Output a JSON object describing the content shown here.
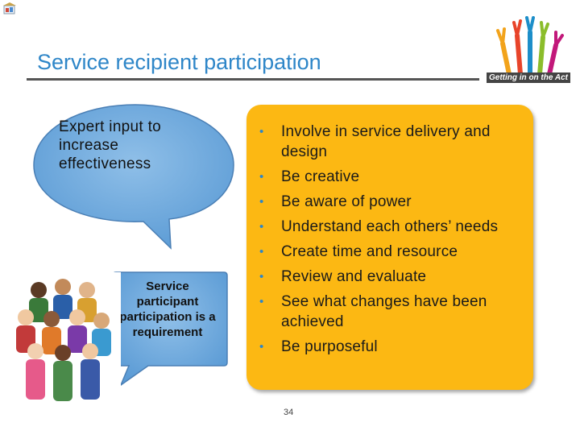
{
  "slide": {
    "title": "Service recipient participation",
    "logo_text": "Getting in on the Act",
    "bubble_top": "Expert input to increase effectiveness",
    "bubble_bottom": "Service participant participation is a requirement",
    "bullets": [
      "Involve in service delivery and design",
      "Be creative",
      "Be aware of power",
      "Understand each others’ needs",
      "Create time and resource",
      "Review and evaluate",
      "See what changes have been achieved",
      "Be purposeful"
    ],
    "page_number": "34"
  },
  "colors": {
    "title": "#2e86c8",
    "bubble": "#5b9bd5",
    "box": "#fcb813",
    "bullet_dot": "#2e86c8"
  },
  "icons": [
    "presentation-icon",
    "hands-logo-icon",
    "children-photo"
  ]
}
